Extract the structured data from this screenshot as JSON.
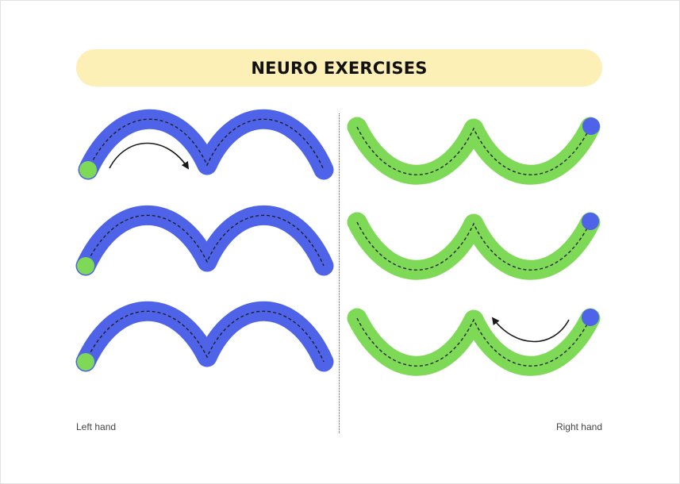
{
  "title": "NEURO EXERCISES",
  "labels": {
    "left": "Left hand",
    "right": "Right hand"
  },
  "colors": {
    "title_background": "#fdf0b6",
    "left_path": "#4e63e8",
    "right_path": "#7ed957",
    "start_dot_left": "#7ed957",
    "start_dot_right": "#4e63e8",
    "guide_line": "#1a1a1a"
  },
  "icons": {
    "direction": "arrow-icon",
    "start": "start-dot-icon"
  }
}
